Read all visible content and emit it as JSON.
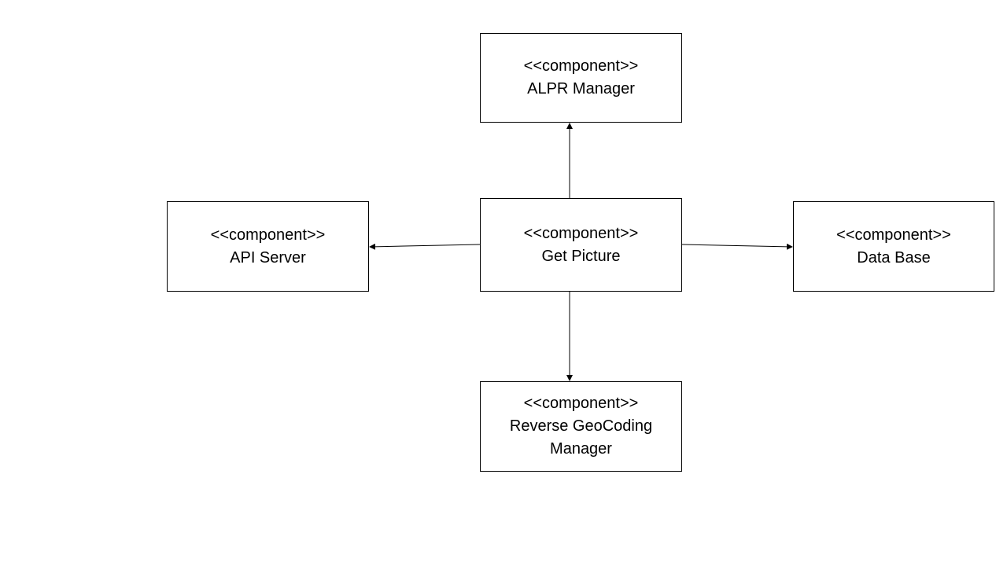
{
  "diagram": {
    "nodes": [
      {
        "id": "alpr",
        "stereotype": "<<component>>",
        "name": "ALPR Manager"
      },
      {
        "id": "api",
        "stereotype": "<<component>>",
        "name": "API Server"
      },
      {
        "id": "get",
        "stereotype": "<<component>>",
        "name": "Get Picture"
      },
      {
        "id": "db",
        "stereotype": "<<component>>",
        "name": "Data Base"
      },
      {
        "id": "geo",
        "stereotype": "<<component>>",
        "name": "Reverse GeoCoding Manager"
      }
    ],
    "edges": [
      {
        "from": "get",
        "to": "alpr"
      },
      {
        "from": "get",
        "to": "api"
      },
      {
        "from": "get",
        "to": "db"
      },
      {
        "from": "get",
        "to": "geo"
      }
    ],
    "colors": {
      "line": "#000000",
      "box_border": "#000000",
      "background": "#ffffff"
    }
  }
}
